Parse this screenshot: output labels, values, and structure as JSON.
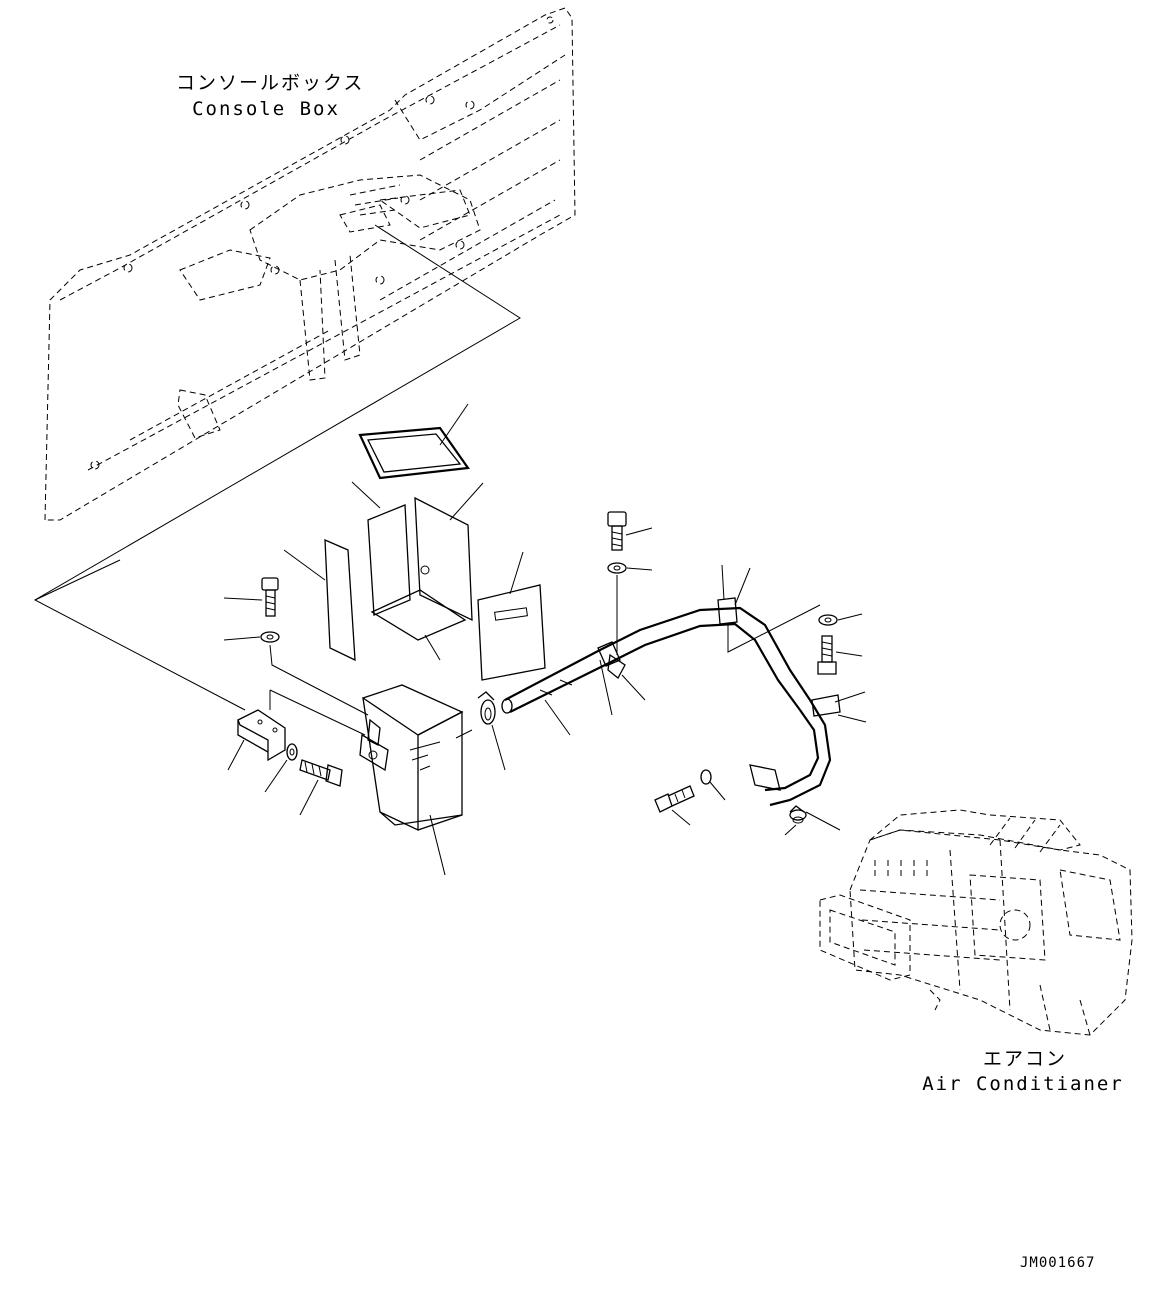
{
  "labels": {
    "console_box_jp": "コンソールボックス",
    "console_box_en": "Console Box",
    "air_conditioner_jp": "エアコン",
    "air_conditioner_en": "Air Conditianer"
  },
  "drawing_code": "JM001667"
}
